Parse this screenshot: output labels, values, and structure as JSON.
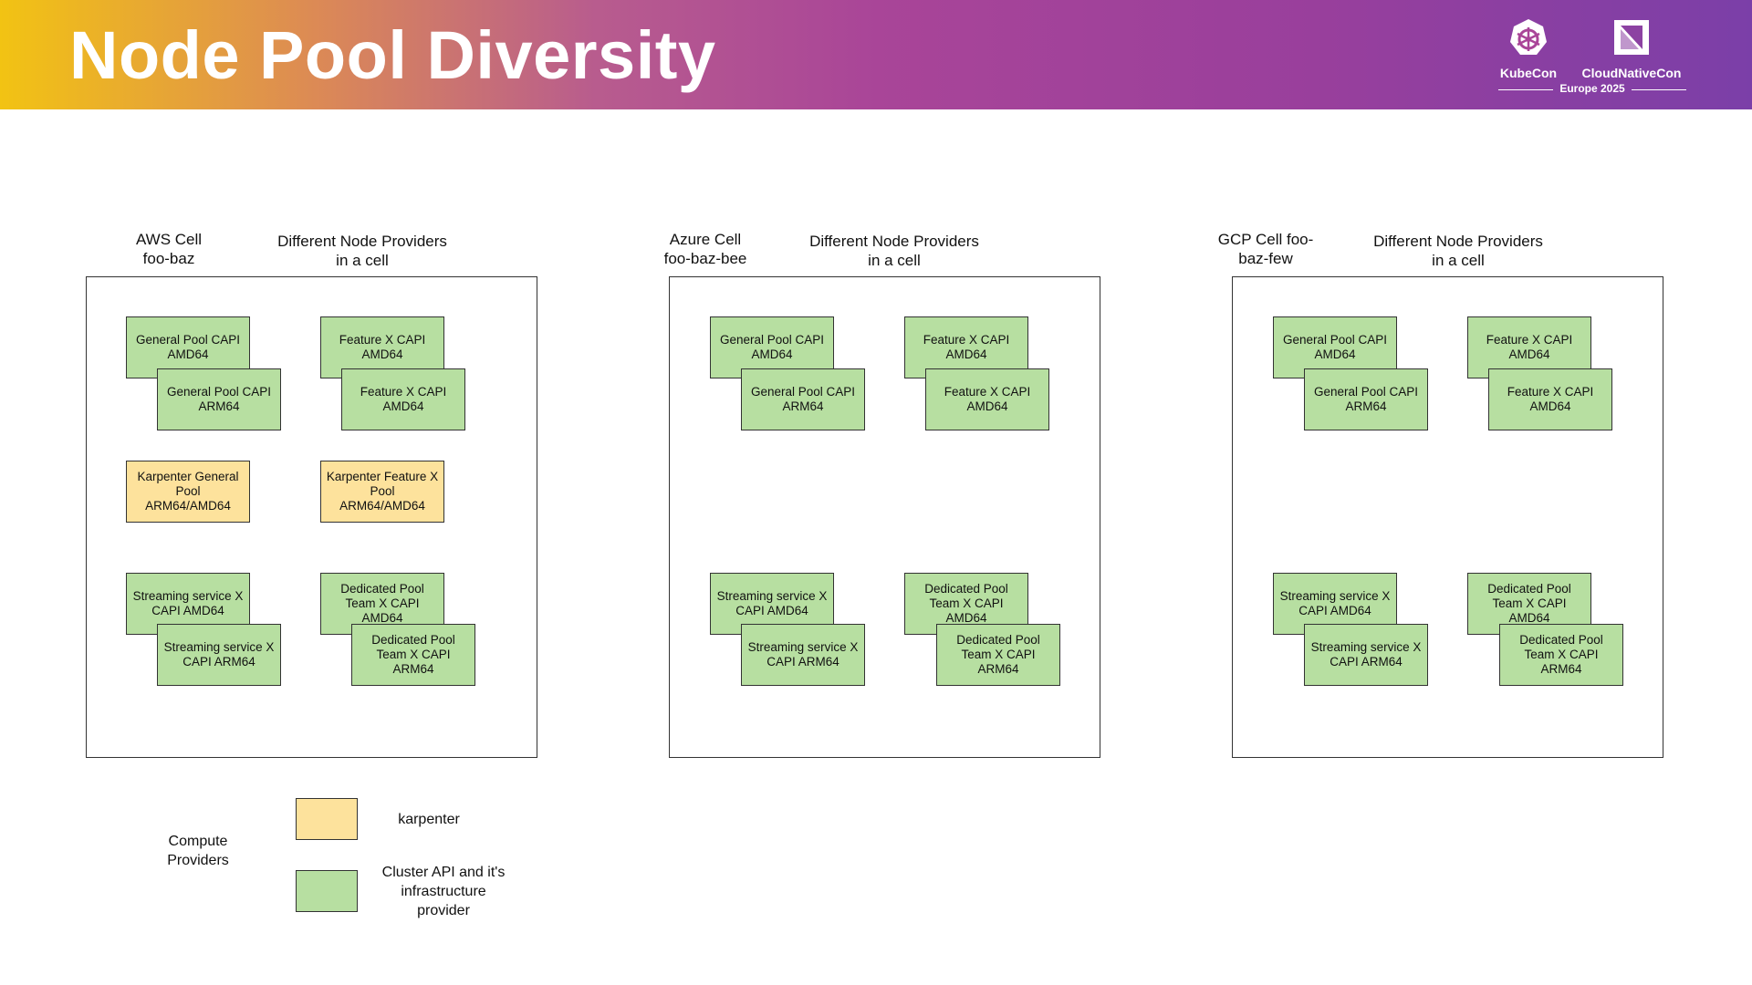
{
  "title": "Node Pool Diversity",
  "brand": {
    "kubecon": "KubeCon",
    "cloudnativecon": "CloudNativeCon",
    "event": "Europe 2025"
  },
  "cells": [
    {
      "name": "AWS Cell\nfoo-baz",
      "providers_label": "Different Node Providers\nin a cell",
      "pools": [
        {
          "text": "General Pool CAPI\nAMD64",
          "type": "capi"
        },
        {
          "text": "General Pool CAPI\nARM64",
          "type": "capi"
        },
        {
          "text": "Feature X CAPI\nAMD64",
          "type": "capi"
        },
        {
          "text": "Feature X CAPI\nAMD64",
          "type": "capi"
        },
        {
          "text": "Karpenter General\nPool\nARM64/AMD64",
          "type": "karp"
        },
        {
          "text": "Karpenter Feature X\nPool\nARM64/AMD64",
          "type": "karp"
        },
        {
          "text": "Streaming service X\nCAPI AMD64",
          "type": "capi"
        },
        {
          "text": "Streaming service X\nCAPI ARM64",
          "type": "capi"
        },
        {
          "text": "Dedicated Pool\nTeam X CAPI\nAMD64",
          "type": "capi"
        },
        {
          "text": "Dedicated Pool\nTeam X CAPI\nARM64",
          "type": "capi"
        }
      ]
    },
    {
      "name": "Azure Cell\nfoo-baz-bee",
      "providers_label": "Different Node Providers\nin a cell",
      "pools": [
        {
          "text": "General Pool CAPI\nAMD64",
          "type": "capi"
        },
        {
          "text": "General Pool CAPI\nARM64",
          "type": "capi"
        },
        {
          "text": "Feature X CAPI\nAMD64",
          "type": "capi"
        },
        {
          "text": "Feature X CAPI\nAMD64",
          "type": "capi"
        },
        {
          "text": "Streaming service X\nCAPI AMD64",
          "type": "capi"
        },
        {
          "text": "Streaming service X\nCAPI ARM64",
          "type": "capi"
        },
        {
          "text": "Dedicated Pool\nTeam X CAPI\nAMD64",
          "type": "capi"
        },
        {
          "text": "Dedicated Pool\nTeam X CAPI\nARM64",
          "type": "capi"
        }
      ]
    },
    {
      "name": "GCP Cell foo-\nbaz-few",
      "providers_label": "Different Node Providers\nin a cell",
      "pools": [
        {
          "text": "General Pool CAPI\nAMD64",
          "type": "capi"
        },
        {
          "text": "General Pool CAPI\nARM64",
          "type": "capi"
        },
        {
          "text": "Feature X CAPI\nAMD64",
          "type": "capi"
        },
        {
          "text": "Feature X CAPI\nAMD64",
          "type": "capi"
        },
        {
          "text": "Streaming service X\nCAPI AMD64",
          "type": "capi"
        },
        {
          "text": "Streaming service X\nCAPI ARM64",
          "type": "capi"
        },
        {
          "text": "Dedicated Pool\nTeam X CAPI\nAMD64",
          "type": "capi"
        },
        {
          "text": "Dedicated Pool\nTeam X CAPI\nARM64",
          "type": "capi"
        }
      ]
    }
  ],
  "legend": {
    "title": "Compute\nProviders",
    "items": [
      {
        "label": "karpenter",
        "color": "#fde29c"
      },
      {
        "label": "Cluster API and it's\ninfrastructure\nprovider",
        "color": "#b7dfa1"
      }
    ]
  }
}
